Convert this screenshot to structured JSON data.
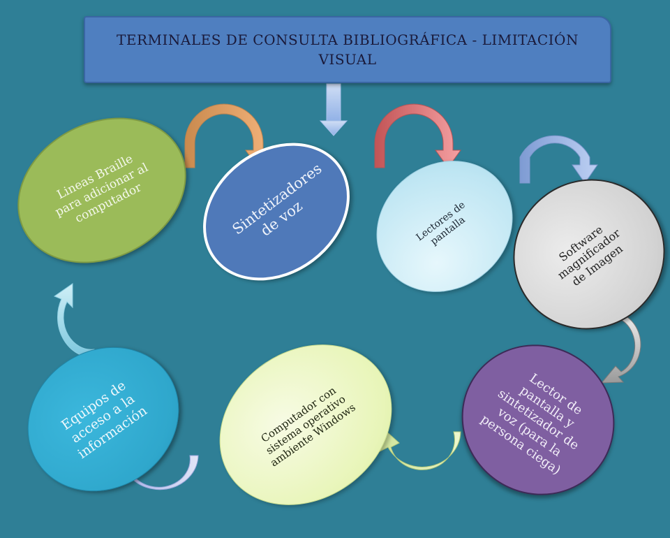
{
  "title": "TERMINALES DE CONSULTA BIBLIOGRÁFICA - LIMITACIÓN VISUAL",
  "nodes": [
    {
      "id": "braille",
      "label": "Lineas Braille para adicionar al computador",
      "color": "#9bbb59"
    },
    {
      "id": "voz",
      "label": "Sintetizadores de voz",
      "color": "#4f79b9"
    },
    {
      "id": "lectores",
      "label": "Lectores de pantalla",
      "color": "#bfe6f3"
    },
    {
      "id": "magnificador",
      "label": "Software magnificador de Imagen",
      "color": "#d2d2d2"
    },
    {
      "id": "lector-sintetizador",
      "label": "Lector de pantalla y sintetizador de voz (para la persona ciega)",
      "color": "#7f5fa1"
    },
    {
      "id": "computador",
      "label": "Computador con sistema operativo ambiente Windows",
      "color": "#e8f5b8"
    },
    {
      "id": "equipos",
      "label": "Equipos de acceso a la información",
      "color": "#2fa7cc"
    }
  ]
}
